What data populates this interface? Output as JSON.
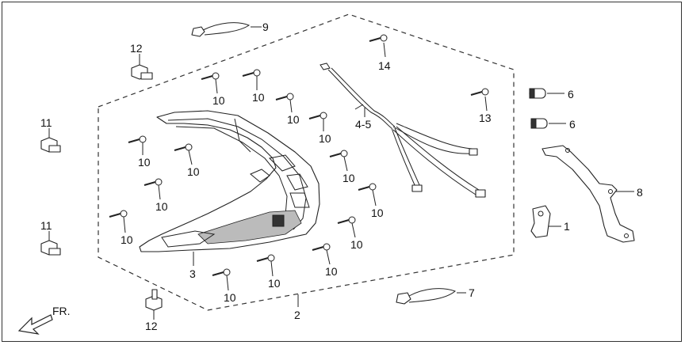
{
  "diagram": {
    "callouts": [
      {
        "id": "c9",
        "text": "9"
      },
      {
        "id": "c12a",
        "text": "12"
      },
      {
        "id": "c14",
        "text": "14"
      },
      {
        "id": "c11a",
        "text": "11"
      },
      {
        "id": "c11b",
        "text": "11"
      },
      {
        "id": "c12b",
        "text": "12"
      },
      {
        "id": "c6a",
        "text": "6"
      },
      {
        "id": "c6b",
        "text": "6"
      },
      {
        "id": "c13",
        "text": "13"
      },
      {
        "id": "c8",
        "text": "8"
      },
      {
        "id": "c1",
        "text": "1"
      },
      {
        "id": "c45",
        "text": "4-5"
      },
      {
        "id": "c3",
        "text": "3"
      },
      {
        "id": "c2",
        "text": "2"
      },
      {
        "id": "c7",
        "text": "7"
      }
    ],
    "screw_label": "10",
    "direction_label": "FR."
  }
}
